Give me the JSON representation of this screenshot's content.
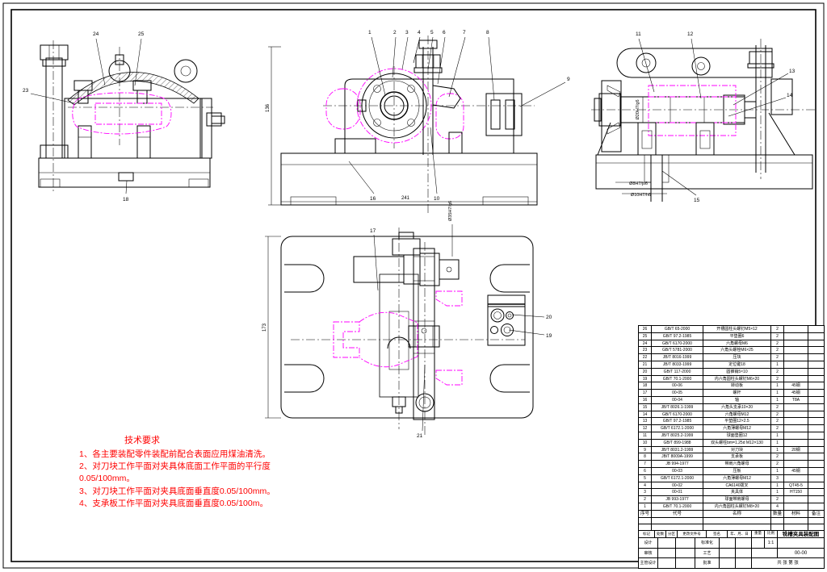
{
  "sheet": {
    "background": "#ffffff",
    "line_color": "#000000",
    "workpiece_color": "#ff00ff",
    "note_color": "#ff0000"
  },
  "tech": {
    "title": "技术要求",
    "lines": [
      "1、各主要装配零件装配前配合表面应用煤油清洗。",
      "2、对刀块工作平面对夹具体底面工作平面的平行度",
      "0.05/100mm。",
      "3、对刀块工作平面对夹具底面垂直度0.05/100mm。",
      "4、支承板工作平面对夹具底面垂直度0.05/100m。"
    ]
  },
  "balloons": {
    "b1": "1",
    "b2": "2",
    "b3": "3",
    "b4": "4",
    "b5": "5",
    "b6": "6",
    "b7": "7",
    "b8": "8",
    "b9": "9",
    "b10": "10",
    "b11": "11",
    "b12": "12",
    "b13": "13",
    "b14": "14",
    "b15": "15",
    "b16": "16",
    "b17": "17",
    "b18": "18",
    "b19": "19",
    "b20": "20",
    "b21": "21",
    "b23": "23",
    "b24": "24",
    "b25": "25"
  },
  "dimensions": {
    "front_width": "241",
    "front_height": "136",
    "plan_height": "173",
    "shaft_fit": "Ø20H7/g6",
    "pin_fit_upper": "Ø8H7/js6",
    "pin_fit_lower": "Ø10H7/h6",
    "bore_fit": "Ø35H7/g6"
  },
  "bom": {
    "headers": [
      "序号",
      "代号",
      "名称",
      "数量",
      "材料",
      "备注"
    ],
    "rows": [
      {
        "item": "26",
        "code": "GB/T 65-2000",
        "name": "开槽圆柱头螺钉M5×12",
        "qty": "2",
        "mat": "",
        "rem": ""
      },
      {
        "item": "25",
        "code": "GB/T 97.2-1985",
        "name": "平垫圈6",
        "qty": "2",
        "mat": "",
        "rem": ""
      },
      {
        "item": "24",
        "code": "GB/T 6170-2000",
        "name": "六角螺母M6",
        "qty": "2",
        "mat": "",
        "rem": ""
      },
      {
        "item": "23",
        "code": "GB/T 5781-2000",
        "name": "六角头螺栓M6×25",
        "qty": "2",
        "mat": "",
        "rem": ""
      },
      {
        "item": "22",
        "code": "JB/T 8016-1999",
        "name": "压块",
        "qty": "2",
        "mat": "",
        "rem": ""
      },
      {
        "item": "21",
        "code": "JB/T 8033-1999",
        "name": "定位键18",
        "qty": "1",
        "mat": "",
        "rem": ""
      },
      {
        "item": "20",
        "code": "GB/T 117-2000",
        "name": "圆锥销5×10",
        "qty": "2",
        "mat": "",
        "rem": ""
      },
      {
        "item": "19",
        "code": "GB/T 70.1-2000",
        "name": "内六角圆柱头螺钉M6×20",
        "qty": "2",
        "mat": "",
        "rem": ""
      },
      {
        "item": "18",
        "code": "00-06",
        "name": "转动板",
        "qty": "1",
        "mat": "45钢",
        "rem": ""
      },
      {
        "item": "17",
        "code": "00-05",
        "name": "螺杆",
        "qty": "1",
        "mat": "45钢",
        "rem": ""
      },
      {
        "item": "16",
        "code": "00-04",
        "name": "轴",
        "qty": "1",
        "mat": "T8A",
        "rem": ""
      },
      {
        "item": "15",
        "code": "JB/T 8026.1-1999",
        "name": "六角头支承10×20",
        "qty": "2",
        "mat": "",
        "rem": ""
      },
      {
        "item": "14",
        "code": "GB/T 6170-2000",
        "name": "六角螺母M12",
        "qty": "2",
        "mat": "",
        "rem": ""
      },
      {
        "item": "13",
        "code": "GB/T 97.2-1985",
        "name": "平垫圈12×2.5",
        "qty": "2",
        "mat": "",
        "rem": ""
      },
      {
        "item": "12",
        "code": "GB/T 6172.1-2000",
        "name": "六角薄螺母M12",
        "qty": "2",
        "mat": "",
        "rem": ""
      },
      {
        "item": "11",
        "code": "JB/T 8025.2-1999",
        "name": "球面垫圈12",
        "qty": "1",
        "mat": "",
        "rem": ""
      },
      {
        "item": "10",
        "code": "GB/T 899-1988",
        "name": "双头螺柱bm=1.25d M12×130",
        "qty": "1",
        "mat": "",
        "rem": ""
      },
      {
        "item": "9",
        "code": "JB/T 8031.2-1999",
        "name": "对刀块",
        "qty": "1",
        "mat": "20钢",
        "rem": ""
      },
      {
        "item": "8",
        "code": "JB/T 8009A-1999",
        "name": "支承板",
        "qty": "2",
        "mat": "",
        "rem": ""
      },
      {
        "item": "7",
        "code": "JB 994-1977",
        "name": "带肩六角螺母",
        "qty": "2",
        "mat": "",
        "rem": ""
      },
      {
        "item": "6",
        "code": "00-03",
        "name": "压板",
        "qty": "1",
        "mat": "45钢",
        "rem": ""
      },
      {
        "item": "5",
        "code": "GB/T 6172.1-2000",
        "name": "六角薄螺母M12",
        "qty": "3",
        "mat": "",
        "rem": ""
      },
      {
        "item": "4",
        "code": "00-02",
        "name": "CA6140拨叉",
        "qty": "1",
        "mat": "QT45-5",
        "rem": ""
      },
      {
        "item": "3",
        "code": "00-01",
        "name": "夹具体",
        "qty": "1",
        "mat": "HT150",
        "rem": ""
      },
      {
        "item": "2",
        "code": "JB 993-1977",
        "name": "球面带肩螺母",
        "qty": "2",
        "mat": "",
        "rem": ""
      },
      {
        "item": "1",
        "code": "GB/T 70.1-2000",
        "name": "内六角圆柱头螺钉M8×20",
        "qty": "4",
        "mat": "",
        "rem": ""
      }
    ]
  },
  "title_block": {
    "rev_headers": [
      "标记",
      "处数",
      "分区",
      "更改文件号",
      "签名",
      "年、月、日"
    ],
    "sign_rows": [
      {
        "l": "设计",
        "r": "标准化"
      },
      {
        "l": "审核",
        "r": "工艺"
      },
      {
        "l": "主管设计",
        "r": "批准"
      }
    ],
    "weight_label": "重量",
    "scale_label": "比例",
    "scale_value": "1:1",
    "title": "铣槽夹具装配图",
    "drawing_no": "00-00",
    "sheet_note": "共 张 第 张"
  }
}
